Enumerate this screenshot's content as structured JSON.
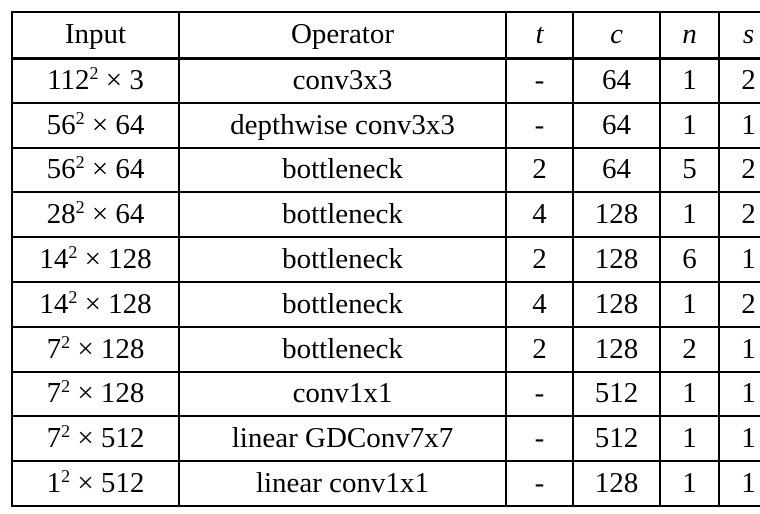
{
  "headers": {
    "input": "Input",
    "operator": "Operator",
    "t": "t",
    "c": "c",
    "n": "n",
    "s": "s"
  },
  "rows": [
    {
      "input_base": "112",
      "input_exp": "2",
      "input_rest": " × 3",
      "operator": "conv3x3",
      "t": "-",
      "c": "64",
      "n": "1",
      "s": "2"
    },
    {
      "input_base": "56",
      "input_exp": "2",
      "input_rest": " × 64",
      "operator": "depthwise conv3x3",
      "t": "-",
      "c": "64",
      "n": "1",
      "s": "1"
    },
    {
      "input_base": "56",
      "input_exp": "2",
      "input_rest": " × 64",
      "operator": "bottleneck",
      "t": "2",
      "c": "64",
      "n": "5",
      "s": "2"
    },
    {
      "input_base": "28",
      "input_exp": "2",
      "input_rest": " × 64",
      "operator": "bottleneck",
      "t": "4",
      "c": "128",
      "n": "1",
      "s": "2"
    },
    {
      "input_base": "14",
      "input_exp": "2",
      "input_rest": " × 128",
      "operator": "bottleneck",
      "t": "2",
      "c": "128",
      "n": "6",
      "s": "1"
    },
    {
      "input_base": "14",
      "input_exp": "2",
      "input_rest": " × 128",
      "operator": "bottleneck",
      "t": "4",
      "c": "128",
      "n": "1",
      "s": "2"
    },
    {
      "input_base": "7",
      "input_exp": "2",
      "input_rest": " × 128",
      "operator": "bottleneck",
      "t": "2",
      "c": "128",
      "n": "2",
      "s": "1"
    },
    {
      "input_base": "7",
      "input_exp": "2",
      "input_rest": " × 128",
      "operator": "conv1x1",
      "t": "-",
      "c": "512",
      "n": "1",
      "s": "1"
    },
    {
      "input_base": "7",
      "input_exp": "2",
      "input_rest": " × 512",
      "operator": "linear GDConv7x7",
      "t": "-",
      "c": "512",
      "n": "1",
      "s": "1"
    },
    {
      "input_base": "1",
      "input_exp": "2",
      "input_rest": " × 512",
      "operator": "linear conv1x1",
      "t": "-",
      "c": "128",
      "n": "1",
      "s": "1"
    }
  ]
}
